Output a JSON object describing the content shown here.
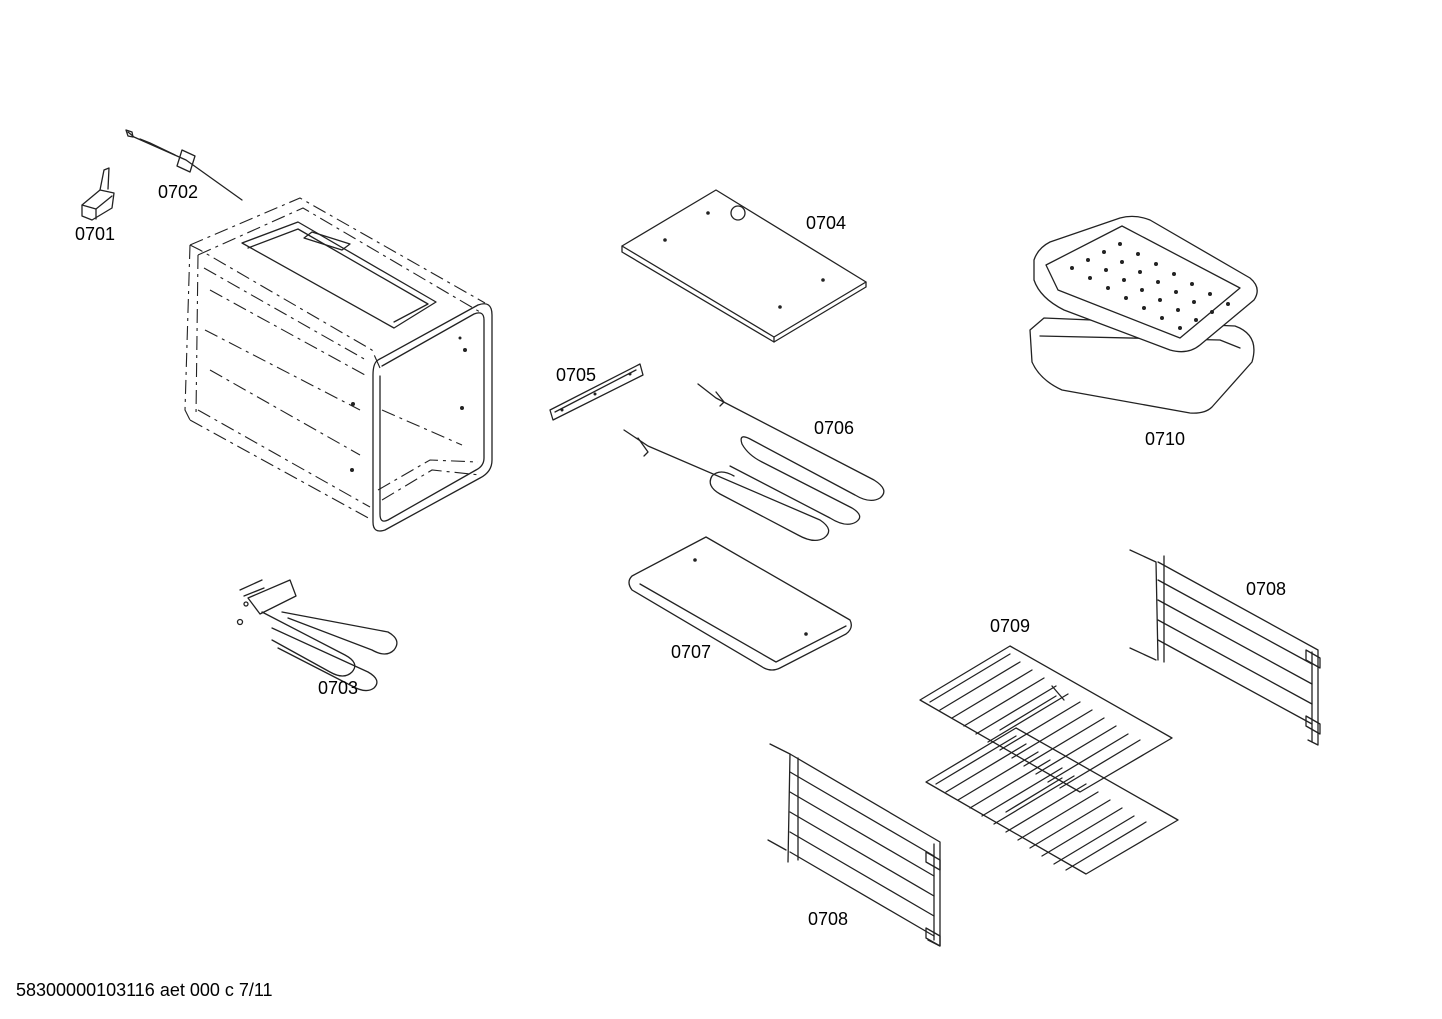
{
  "diagram": {
    "parts": [
      {
        "id": "p0701",
        "label": "0701",
        "icon": "sensor-block-icon"
      },
      {
        "id": "p0702",
        "label": "0702",
        "icon": "temperature-probe-icon"
      },
      {
        "id": "p0703",
        "label": "0703",
        "icon": "heating-element-icon"
      },
      {
        "id": "p0704",
        "label": "0704",
        "icon": "top-plate-icon"
      },
      {
        "id": "p0705",
        "label": "0705",
        "icon": "bracket-strip-icon"
      },
      {
        "id": "p0706",
        "label": "0706",
        "icon": "grill-element-icon"
      },
      {
        "id": "p0707",
        "label": "0707",
        "icon": "bottom-tray-icon"
      },
      {
        "id": "p0708a",
        "label": "0708",
        "icon": "side-rack-icon"
      },
      {
        "id": "p0708b",
        "label": "0708",
        "icon": "side-rack-icon"
      },
      {
        "id": "p0709",
        "label": "0709",
        "icon": "wire-shelf-icon"
      },
      {
        "id": "p0710",
        "label": "0710",
        "icon": "baking-tray-icon"
      }
    ],
    "footer": "58300000103116 aet 000 c 7/11"
  }
}
